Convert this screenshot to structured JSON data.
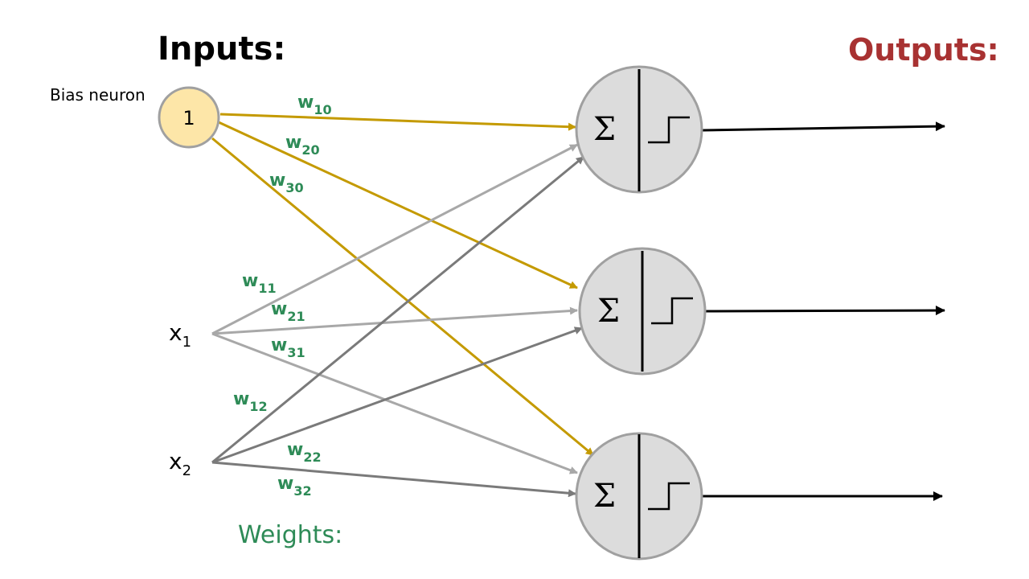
{
  "headings": {
    "inputs": "Inputs:",
    "outputs": "Outputs:",
    "weights": "Weights:"
  },
  "bias": {
    "label": "Bias neuron",
    "value": "1"
  },
  "inputs": [
    {
      "base": "x",
      "sub": "1"
    },
    {
      "base": "x",
      "sub": "2"
    }
  ],
  "neurons": [
    {
      "sum": "Σ"
    },
    {
      "sum": "Σ"
    },
    {
      "sum": "Σ"
    }
  ],
  "weights": [
    {
      "base": "w",
      "sub": "10"
    },
    {
      "base": "w",
      "sub": "20"
    },
    {
      "base": "w",
      "sub": "30"
    },
    {
      "base": "w",
      "sub": "11"
    },
    {
      "base": "w",
      "sub": "21"
    },
    {
      "base": "w",
      "sub": "31"
    },
    {
      "base": "w",
      "sub": "12"
    },
    {
      "base": "w",
      "sub": "22"
    },
    {
      "base": "w",
      "sub": "32"
    }
  ],
  "colors": {
    "bias_edge": "#c49a00",
    "x1_edge": "#a8a8a8",
    "x2_edge": "#7a7a7a",
    "weight_text": "#2e8b57",
    "outputs_text": "#a83232",
    "neuron_fill": "#dcdcdc",
    "bias_fill": "#fde6a8"
  }
}
